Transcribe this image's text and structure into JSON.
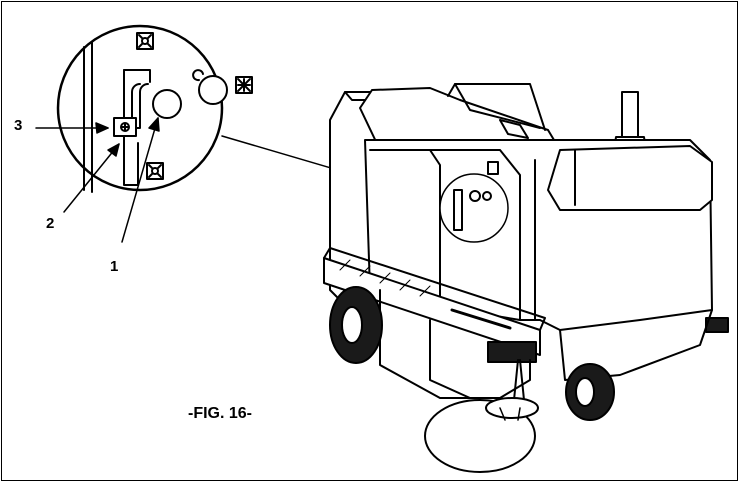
{
  "figure": {
    "caption": "-FIG. 16-",
    "callouts": {
      "c1": "1",
      "c2": "2",
      "c3": "3"
    }
  },
  "colors": {
    "line": "#000000",
    "background": "#ffffff",
    "fill_dark": "#1a1a1a",
    "fill_light": "#f2f2f2"
  }
}
